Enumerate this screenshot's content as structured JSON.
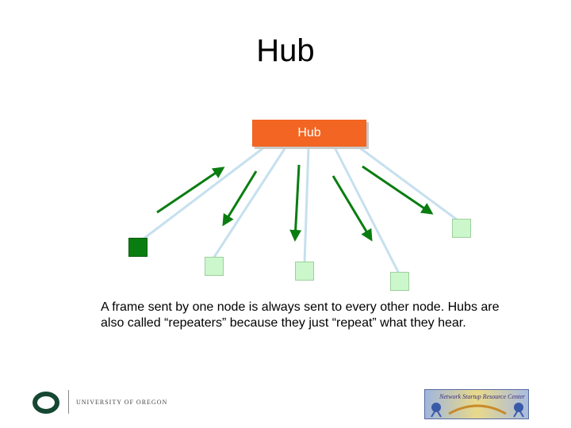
{
  "slide": {
    "title": "Hub",
    "hub_label": "Hub",
    "caption": "A frame sent by one node is always sent to every other node. Hubs are also called “repeaters” because they just “repeat” what they hear."
  },
  "footer": {
    "university_text": "UNIVERSITY OF OREGON",
    "partner_logo_text": "Network Startup Resource Center"
  },
  "colors": {
    "hub": "#f26522",
    "sender_node": "#0a7d10",
    "receiver_node": "#ccf7cc",
    "link": "#c6e0ee",
    "arrow": "#0a7d10",
    "uo_green": "#154733"
  }
}
